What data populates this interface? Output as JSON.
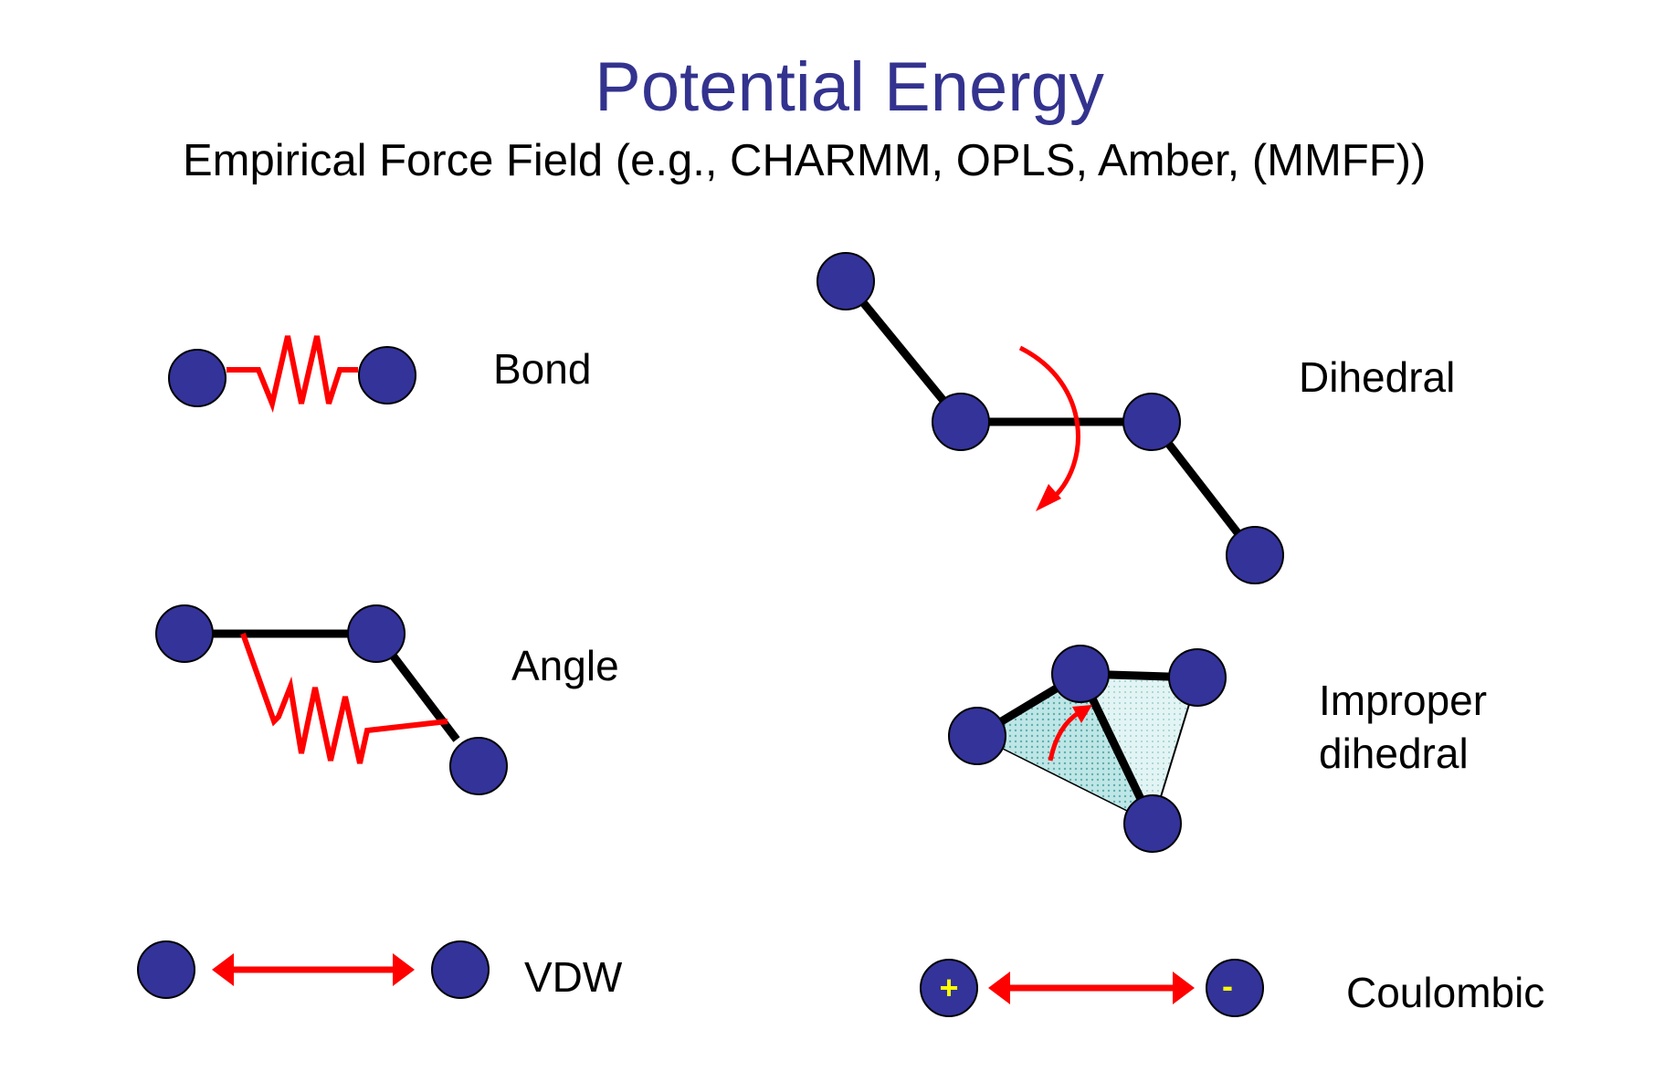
{
  "title": "Potential Energy",
  "subtitle": "Empirical Force Field (e.g., CHARMM, OPLS, Amber, (MMFF))",
  "terms": {
    "bond": "Bond",
    "angle": "Angle",
    "vdw": "VDW",
    "dihedral": "Dihedral",
    "improper_line1": "Improper",
    "improper_line2": "dihedral",
    "coulombic": "Coulombic"
  },
  "charges": {
    "positive": "+",
    "negative": "-"
  },
  "colors": {
    "atom_fill": "#33339A",
    "bond_line": "#000000",
    "interaction_red": "#FF0000",
    "title_blue": "#33338F",
    "charge_yellow": "#FFFF00",
    "plane_teal": "#7FC7C7"
  }
}
